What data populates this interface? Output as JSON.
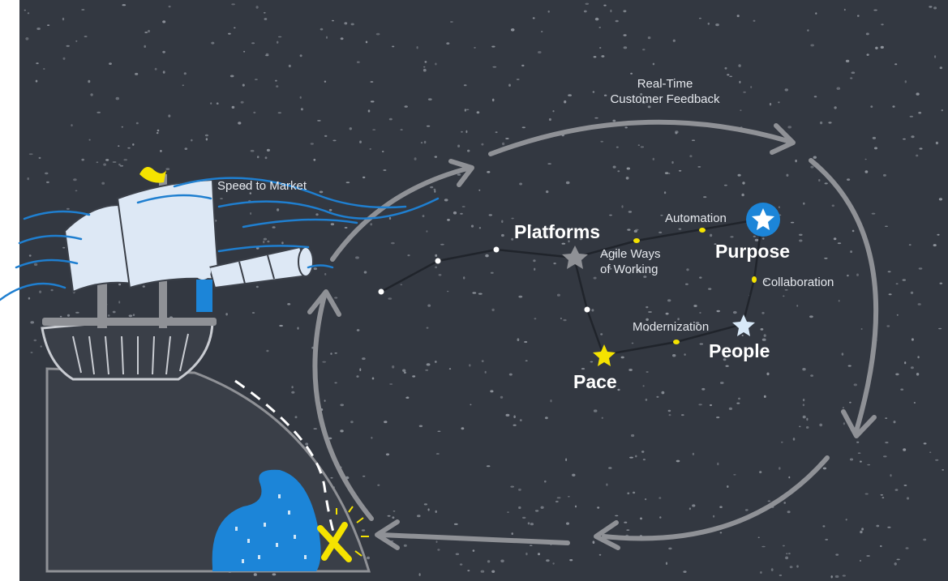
{
  "labels": {
    "speed_to_market": "Speed to Market",
    "feedback_line1": "Real-Time",
    "feedback_line2": "Customer Feedback",
    "platforms": "Platforms",
    "automation": "Automation",
    "purpose": "Purpose",
    "agile_line1": "Agile Ways",
    "agile_line2": "of Working",
    "collaboration": "Collaboration",
    "modernization": "Modernization",
    "people": "People",
    "pace": "Pace"
  },
  "colors": {
    "background": "#333841",
    "arrow": "#8f9196",
    "ship_sail": "#dde8f5",
    "ship_hull": "#3a3f48",
    "wind": "#1f7fd0",
    "flag": "#f5e300",
    "water": "#1c85d8",
    "treasure_x": "#f5e300",
    "star_purpose": "#1c85d8",
    "star_pace": "#f5e300",
    "star_people": "#d8e9f8",
    "star_platforms": "#8f9196",
    "dot_yellow": "#f5e300"
  },
  "icons": {
    "ship": "sailing-ship-icon",
    "telescope": "telescope-icon",
    "treasure": "treasure-x-icon"
  }
}
